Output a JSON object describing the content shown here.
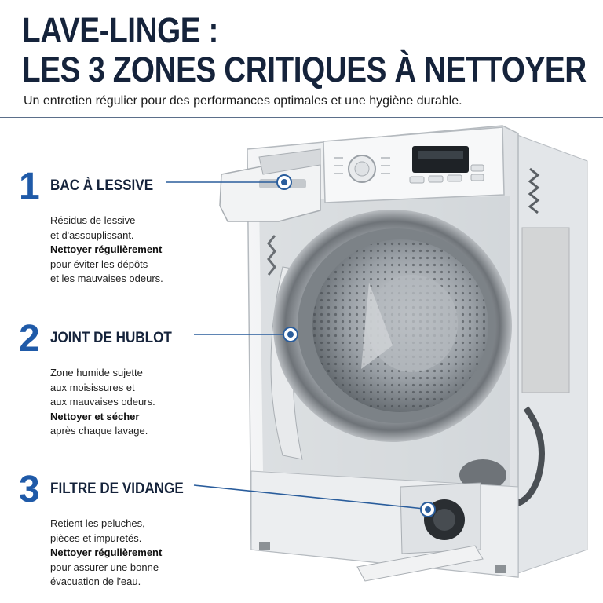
{
  "header": {
    "title_line1": "LAVE-LINGE :",
    "title_line2": "LES 3 ZONES CRITIQUES À NETTOYER",
    "subtitle": "Un entretien régulier pour des performances optimales et une hygiène durable."
  },
  "zones": [
    {
      "number": "1",
      "title": "BAC À LESSIVE",
      "lines": [
        "Résidus de lessive",
        "et d'assouplissant.",
        "Nettoyer régulièrement",
        "pour éviter les dépôts",
        "et les mauvaises odeurs."
      ]
    },
    {
      "number": "2",
      "title": "JOINT DE HUBLOT",
      "lines": [
        "Zone humide sujette",
        "aux moisissures et",
        "aux mauvaises odeurs.",
        "Nettoyer et sécher",
        "après chaque lavage."
      ]
    },
    {
      "number": "3",
      "title": "FILTRE DE VIDANGE",
      "lines": [
        "Retient les peluches,",
        "pièces et impuretés.",
        "Nettoyer régulièrement",
        "pour assurer une bonne",
        "évacuation de l'eau."
      ]
    }
  ],
  "colors": {
    "title": "#15233b",
    "accent": "#1f5aa8",
    "pointer": "#2a5d9c"
  }
}
